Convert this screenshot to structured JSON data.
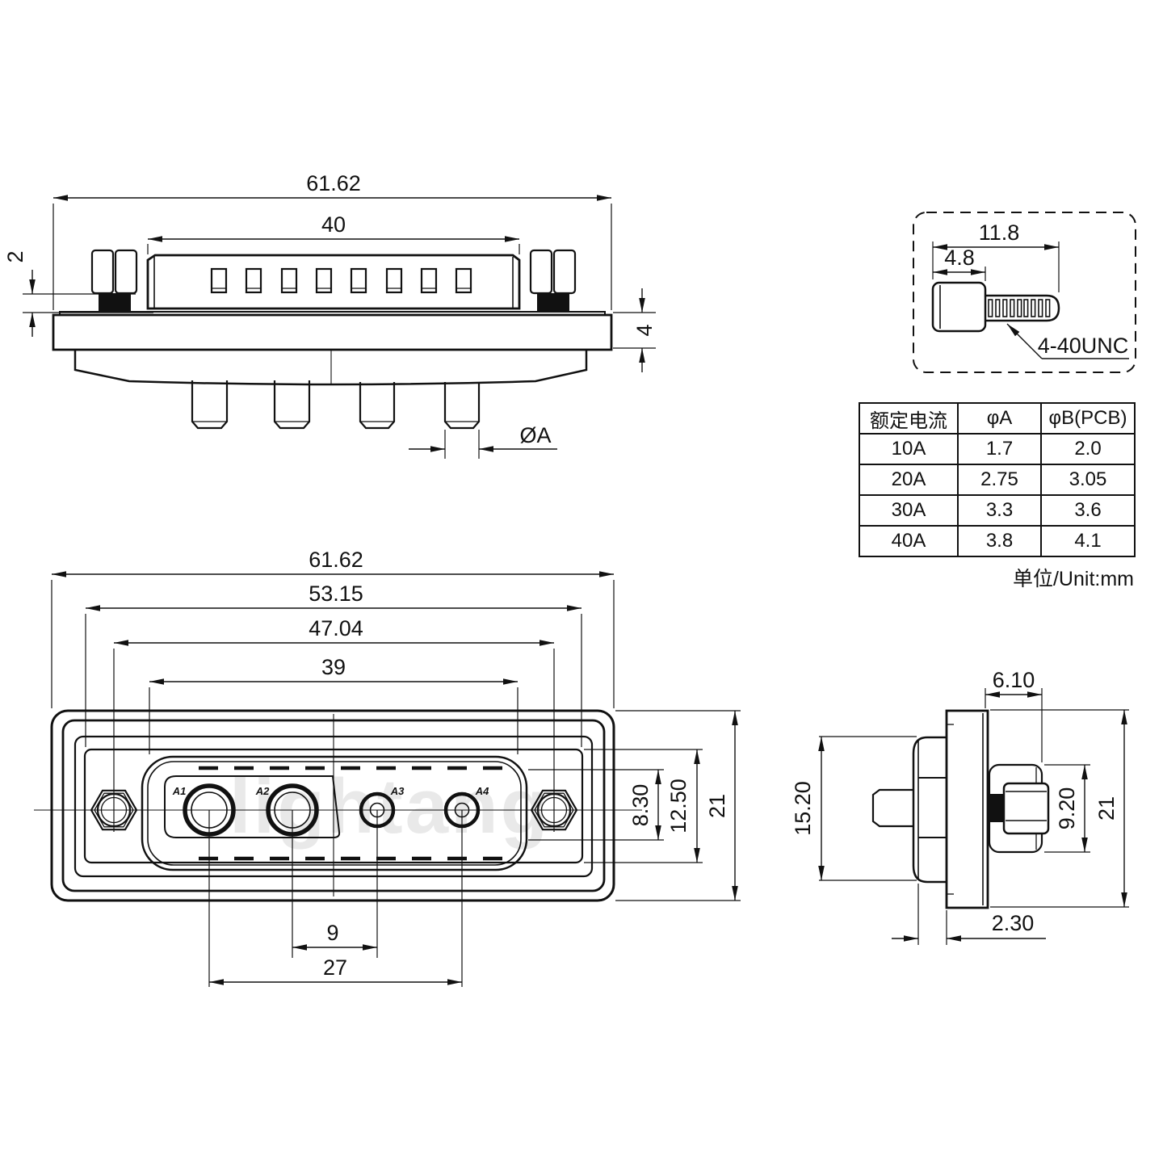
{
  "watermark": "lightang",
  "table": {
    "headers": [
      "额定电流",
      "φA",
      "φB(PCB)"
    ],
    "rows": [
      [
        "10A",
        "1.7",
        "2.0"
      ],
      [
        "20A",
        "2.75",
        "3.05"
      ],
      [
        "30A",
        "3.3",
        "3.6"
      ],
      [
        "40A",
        "3.8",
        "4.1"
      ]
    ],
    "units_note": "单位/Unit:mm"
  },
  "views": {
    "top": {
      "overall_width": "61.62",
      "insulator_width": "40",
      "screw_standoff": "2",
      "flange_thickness": "4",
      "pin_diameter": "ØA"
    },
    "screw_detail": {
      "overall_length": "11.8",
      "head_length": "4.8",
      "thread_spec": "4-40UNC"
    },
    "front": {
      "overall_width": "61.62",
      "flange_width": "53.15",
      "mount_span": "47.04",
      "shell_width": "39",
      "pitch_a2_a3": "9",
      "pitch_a1_a4": "27",
      "insert_height": "8.30",
      "face_height": "12.50",
      "overall_height": "21",
      "contacts": [
        "A1",
        "A2",
        "A3",
        "A4"
      ]
    },
    "side": {
      "head_span": "6.10",
      "shell_height": "15.20",
      "washer_height": "9.20",
      "overall_height": "21",
      "face_offset": "2.30"
    }
  }
}
